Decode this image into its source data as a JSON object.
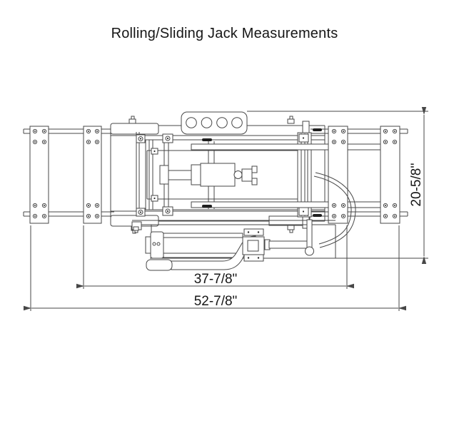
{
  "page": {
    "title": "Rolling/Sliding Jack Measurements"
  },
  "diagram": {
    "subject": "rolling-sliding-jack-top-view",
    "colors": {
      "line": "#474747",
      "text": "#161616",
      "background": "#ffffff"
    },
    "dimensions": {
      "inner_width": {
        "label": "37-7/8\"",
        "orientation": "horizontal"
      },
      "overall_width": {
        "label": "52-7/8\"",
        "orientation": "horizontal"
      },
      "depth": {
        "label": "20-5/8''",
        "orientation": "vertical"
      }
    }
  }
}
